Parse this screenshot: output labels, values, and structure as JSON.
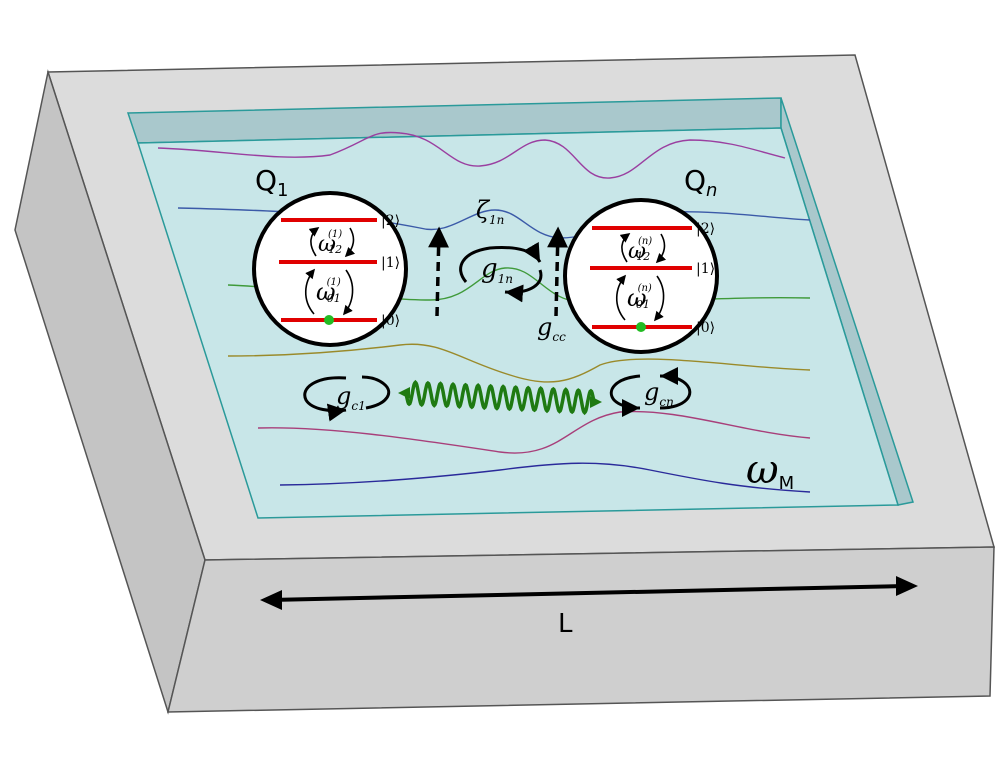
{
  "qubits": {
    "left": {
      "name": "Q",
      "name_sub": "1",
      "levels": [
        "|2⟩",
        "|1⟩",
        "|0⟩"
      ],
      "w12": "ω",
      "w12_sup": "(1)",
      "w12_sub": "12",
      "w01": "ω",
      "w01_sup": "(1)",
      "w01_sub": "01"
    },
    "right": {
      "name": "Q",
      "name_sub": "n",
      "levels": [
        "|2⟩",
        "|1⟩",
        "|0⟩"
      ],
      "w12": "ω",
      "w12_sup": "(n)",
      "w12_sub": "12",
      "w01": "ω",
      "w01_sup": "(n)",
      "w01_sub": "01"
    }
  },
  "couplings": {
    "zeta": "ζ",
    "zeta_sub": "1n",
    "g1n": "g",
    "g1n_sub": "1n",
    "gcc": "g",
    "gcc_sub": "cc",
    "gc1": "g",
    "gc1_sub": "c1",
    "gcn": "g",
    "gcn_sub": "cn"
  },
  "mode": {
    "symbol": "ω",
    "sub": "M"
  },
  "length_label": "L",
  "colors": {
    "box_top": "#dcdcdc",
    "box_front": "#cccccc",
    "box_left": "#c2c2c2",
    "fluid": "#c8e6e8",
    "fluid_edge": "#2a9a9a",
    "level": "#e00000",
    "state_dot": "#22bb22",
    "wiggle": "#1f7a12"
  }
}
